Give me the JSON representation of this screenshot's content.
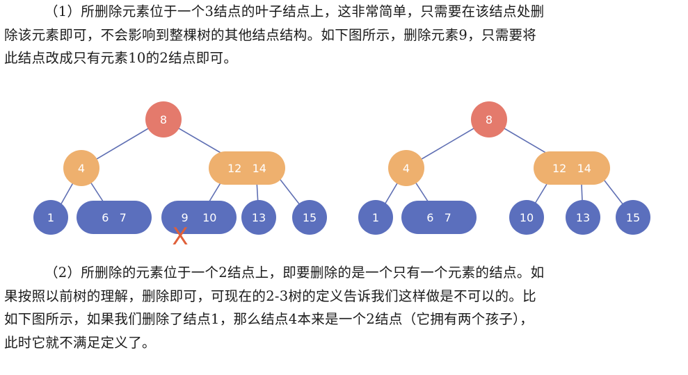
{
  "paragraph1": {
    "lines": [
      "（1）所删除元素位于一个3结点的叶子结点上，这非常简单，只需要在该结点处删",
      "除该元素即可，不会影响到整棵树的其他结点结构。如下图所示，删除元素9，只需要将",
      "此结点改成只有元素10的2结点即可。"
    ]
  },
  "paragraph2": {
    "lines": [
      "（2）所删除的元素位于一个2结点上，即要删除的是一个只有一个元素的结点。如",
      "果按照以前树的理解，删除即可，可现在的2-3树的定义告诉我们这样做是不可以的。比",
      "如下图所示，如果我们删除了结点1，那么结点4本来是一个2结点（它拥有两个孩子），",
      "此时它就不满足定义了。"
    ]
  },
  "colors": {
    "root": "#e47a6c",
    "middle": "#eeb06e",
    "leaf": "#5b6fbd",
    "edge": "#5f6fb3",
    "delete_mark": "#e0603a"
  },
  "tree_before": {
    "root": "8",
    "left": "4",
    "right": "12   14",
    "leaves": [
      "1",
      "6   7",
      "9    10",
      "13",
      "15"
    ],
    "deleted_mark": "X"
  },
  "tree_after": {
    "root": "8",
    "left": "4",
    "right": "12   14",
    "leaves": [
      "1",
      "6   7",
      "10",
      "13",
      "15"
    ]
  }
}
